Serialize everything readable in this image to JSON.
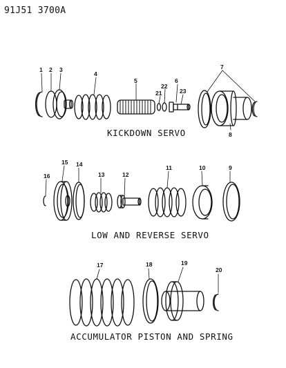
{
  "header": {
    "doc_code": "91J51 3700A"
  },
  "sections": [
    {
      "caption": "KICKDOWN SERVO",
      "callouts": [
        "1",
        "2",
        "3",
        "4",
        "5",
        "21",
        "22",
        "6",
        "23",
        "7",
        "8"
      ]
    },
    {
      "caption": "LOW AND REVERSE SERVO",
      "callouts": [
        "16",
        "15",
        "14",
        "13",
        "12",
        "11",
        "10",
        "9"
      ]
    },
    {
      "caption": "ACCUMULATOR PISTON AND SPRING",
      "callouts": [
        "17",
        "18",
        "19",
        "20"
      ]
    }
  ]
}
